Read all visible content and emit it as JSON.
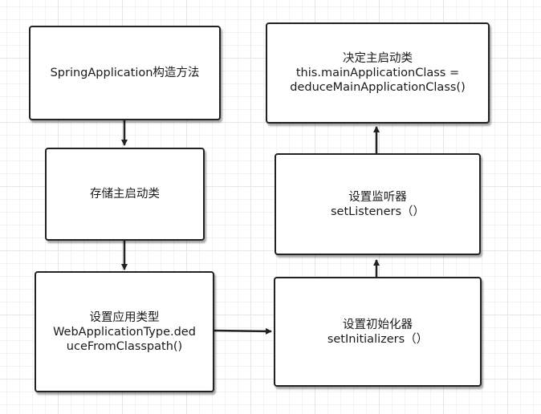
{
  "nodes": {
    "constructor": {
      "lines": [
        "SpringApplication构造方法"
      ]
    },
    "store_main": {
      "lines": [
        "存储主启动类"
      ]
    },
    "set_app_type": {
      "lines": [
        "设置应用类型",
        "WebApplicationType.ded",
        "uceFromClasspath()"
      ]
    },
    "set_initializers": {
      "lines": [
        "设置初始化器",
        "setInitializers（）"
      ]
    },
    "set_listeners": {
      "lines": [
        "设置监听器",
        "setListeners（）"
      ]
    },
    "deduce_main": {
      "lines": [
        "决定主启动类",
        "this.mainApplicationClass =",
        "deduceMainApplicationClass()"
      ]
    }
  },
  "edges": [
    {
      "from": "constructor",
      "to": "store_main"
    },
    {
      "from": "store_main",
      "to": "set_app_type"
    },
    {
      "from": "set_app_type",
      "to": "set_initializers"
    },
    {
      "from": "set_initializers",
      "to": "set_listeners"
    },
    {
      "from": "set_listeners",
      "to": "deduce_main"
    }
  ],
  "colors": {
    "stroke": "#222222",
    "background": "#ffffff",
    "grid": "#e6e6e6"
  }
}
